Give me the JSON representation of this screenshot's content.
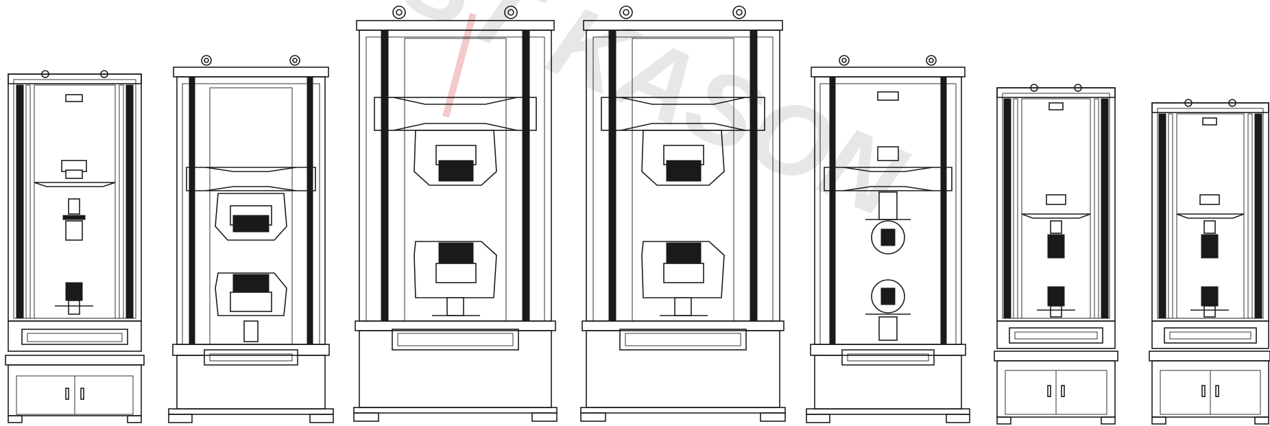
{
  "watermark": {
    "text": "HST KASON",
    "color": "#e7e7e7",
    "accent": "#f4c9c9"
  },
  "machines": [
    {
      "id": 1,
      "kind": "single-column-cabinet",
      "icon": "tensile-tester-icon"
    },
    {
      "id": 2,
      "kind": "double-space-hydraulic",
      "icon": "tensile-tester-icon"
    },
    {
      "id": 3,
      "kind": "double-space-hydraulic-large",
      "icon": "tensile-tester-icon"
    },
    {
      "id": 4,
      "kind": "double-space-hydraulic-large",
      "icon": "tensile-tester-icon"
    },
    {
      "id": 5,
      "kind": "double-space-electronic",
      "icon": "tensile-tester-icon"
    },
    {
      "id": 6,
      "kind": "single-column-cabinet",
      "icon": "tensile-tester-icon"
    },
    {
      "id": 7,
      "kind": "single-column-cabinet",
      "icon": "tensile-tester-icon"
    }
  ]
}
